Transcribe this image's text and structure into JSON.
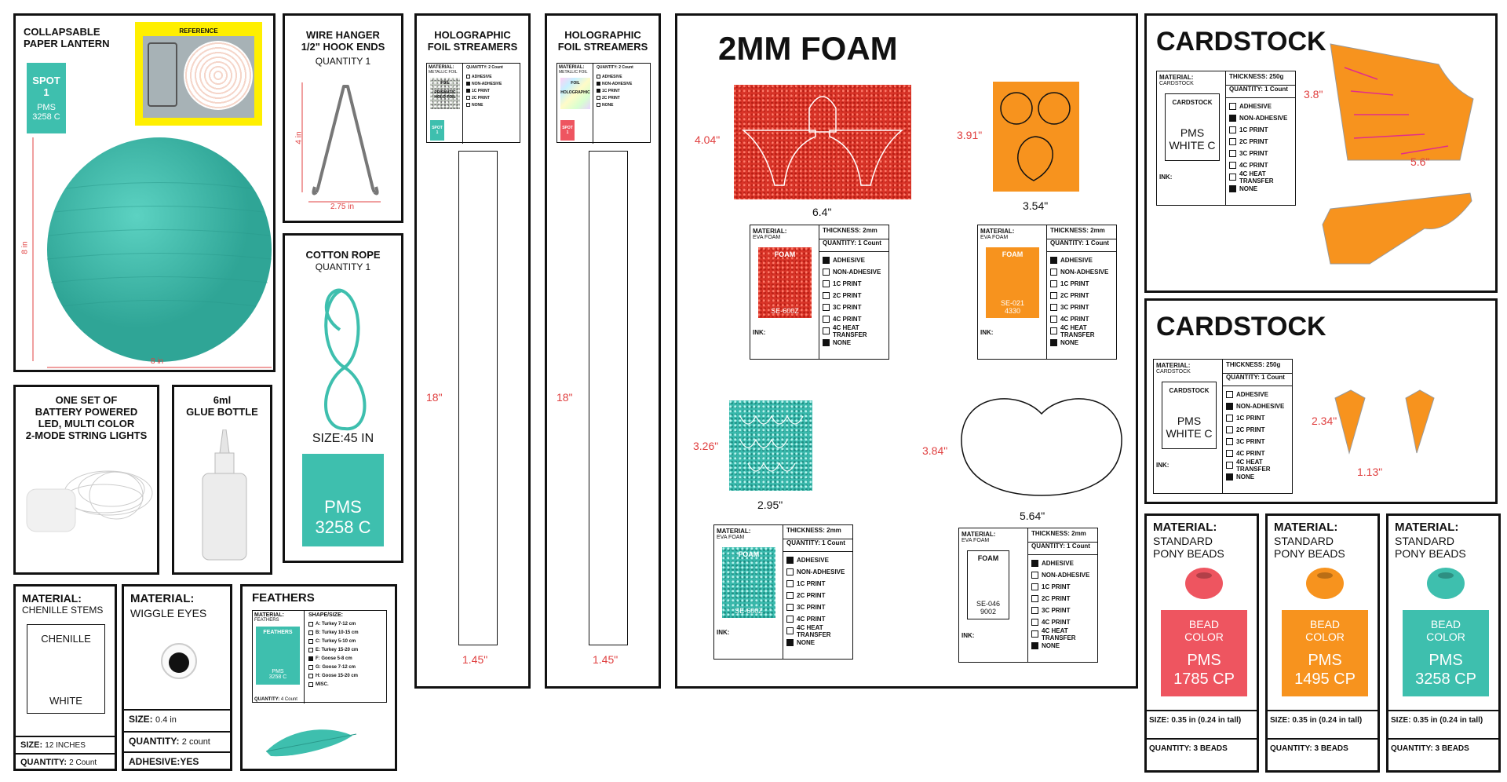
{
  "lantern": {
    "title": "COLLAPSABLE\nPAPER LANTERN",
    "reference": "REFERENCE",
    "spot": "SPOT\n1",
    "pms": "PMS\n3258 C",
    "dim_v": "8 in",
    "dim_h": "8 in",
    "color": "#3ebfae"
  },
  "hanger": {
    "title": "WIRE HANGER\n1/2\" HOOK ENDS",
    "qty": "QUANTITY 1",
    "dim_v": "4 in",
    "dim_h": "2.75 in"
  },
  "rope": {
    "title": "COTTON ROPE",
    "qty": "QUANTITY 1",
    "size": "SIZE:45 IN",
    "pms": "PMS\n3258 C"
  },
  "lights": {
    "title": "ONE SET OF\nBATTERY POWERED\nLED, MULTI COLOR\n2-MODE STRING LIGHTS"
  },
  "glue": {
    "title": "6ml\nGLUE BOTTLE"
  },
  "chenille": {
    "material": "MATERIAL:",
    "name": "CHENILLE STEMS",
    "sw_top": "CHENILLE",
    "sw_bot": "WHITE",
    "size_k": "SIZE:",
    "size_v": "12 INCHES",
    "qty_k": "QUANTITY:",
    "qty_v": "2 Count"
  },
  "eyes": {
    "material": "MATERIAL:",
    "name": "WIGGLE EYES",
    "size_k": "SIZE:",
    "size_v": "0.4 in",
    "qty_k": "QUANTITY:",
    "qty_v": "2 count",
    "adh": "ADHESIVE:YES"
  },
  "feathers": {
    "title": "FEATHERS",
    "mat_k": "MATERIAL:",
    "mat_v": "FEATHERS",
    "sw_top": "FEATHERS",
    "sw_pms": "PMS\n3258 C",
    "qty_k": "QUANTITY:",
    "qty_v": "4 Count",
    "shape_k": "SHAPE/SIZE:",
    "shapes": [
      "A: Turkey 7-12 cm",
      "B: Turkey 10-15 cm",
      "C: Turkey 5-10 cm",
      "E: Turkey 15-20 cm",
      "F: Goose 5-8 cm",
      "G: Goose 7-12 cm",
      "H: Goose 15-20 cm",
      "MISC."
    ]
  },
  "streamer1": {
    "title": "HOLOGRAPHIC\nFOIL STREAMERS",
    "mat_k": "MATERIAL:",
    "mat_v": "METALLIC FOIL",
    "qty": "QUANTITY: 2 Count",
    "sw": "FOIL\n\nPRISMATIC\nHOLO FOIL",
    "opts": [
      "ADHESIVE",
      "NON-ADHESIVE",
      "1C PRINT",
      "2C PRINT",
      "NONE"
    ],
    "spot": "SPOT\n1",
    "dim_v": "18\"",
    "dim_h": "1.45\""
  },
  "streamer2": {
    "title": "HOLOGRAPHIC\nFOIL STREAMERS",
    "mat_k": "MATERIAL:",
    "mat_v": "METALLIC FOIL",
    "qty": "QUANTITY: 2 Count",
    "sw": "FOIL\n\nHOLOGRAPHIC",
    "opts": [
      "ADHESIVE",
      "NON-ADHESIVE",
      "1C PRINT",
      "2C PRINT",
      "NONE"
    ],
    "spot": "SPOT\n1",
    "dim_v": "18\"",
    "dim_h": "1.45\""
  },
  "foam": {
    "title": "2MM FOAM",
    "p1": {
      "w": "6.4\"",
      "h": "4.04\""
    },
    "p2": {
      "w": "3.54\"",
      "h": "3.91\""
    },
    "p3": {
      "w": "2.95\"",
      "h": "3.26\""
    },
    "p4": {
      "w": "5.64\"",
      "h": "3.84\""
    },
    "cards": [
      {
        "code": "SE-600Z"
      },
      {
        "code": "SE-021\n4330"
      },
      {
        "code": "SE-600Z"
      },
      {
        "code": "SE-046\n9002"
      }
    ],
    "mat_k": "MATERIAL:",
    "mat_v": "EVA FOAM",
    "thick": "THICKNESS: 2mm",
    "qty": "QUANTITY: 1 Count",
    "sw": "FOAM",
    "ink": "INK:",
    "opts": [
      "ADHESIVE",
      "NON-ADHESIVE",
      "1C PRINT",
      "2C PRINT",
      "3C PRINT",
      "4C PRINT",
      "4C HEAT TRANSFER",
      "NONE"
    ]
  },
  "card1": {
    "title": "CARDSTOCK",
    "mat_k": "MATERIAL:",
    "mat_v": "CARDSTOCK",
    "thick": "THICKNESS: 250g",
    "qty": "QUANTITY: 1 Count",
    "sw_top": "CARDSTOCK",
    "sw_pms": "PMS\nWHITE C",
    "ink": "INK:",
    "dim1": "3.8\"",
    "dim2": "5.6\""
  },
  "card2": {
    "title": "CARDSTOCK",
    "mat_k": "MATERIAL:",
    "mat_v": "CARDSTOCK",
    "thick": "THICKNESS: 250g",
    "qty": "QUANTITY: 1 Count",
    "sw_top": "CARDSTOCK",
    "sw_pms": "PMS\nWHITE C",
    "ink": "INK:",
    "dim1": "2.34\"",
    "dim2": "1.13\""
  },
  "card_opts": [
    "ADHESIVE",
    "NON-ADHESIVE",
    "1C PRINT",
    "2C PRINT",
    "3C PRINT",
    "4C PRINT",
    "4C HEAT TRANSFER",
    "NONE"
  ],
  "beads": [
    {
      "material": "MATERIAL:",
      "name": "STANDARD\nPONY BEADS",
      "label": "BEAD\nCOLOR",
      "pms": "PMS\n1785 CP",
      "color": "#ee5560",
      "size": "SIZE: 0.35 in (0.24 in tall)",
      "qty": "QUANTITY: 3 BEADS"
    },
    {
      "material": "MATERIAL:",
      "name": "STANDARD\nPONY BEADS",
      "label": "BEAD\nCOLOR",
      "pms": "PMS\n1495 CP",
      "color": "#f7931e",
      "size": "SIZE: 0.35 in (0.24 in tall)",
      "qty": "QUANTITY: 3 BEADS"
    },
    {
      "material": "MATERIAL:",
      "name": "STANDARD\nPONY BEADS",
      "label": "BEAD\nCOLOR",
      "pms": "PMS\n3258 CP",
      "color": "#3ebfae",
      "size": "SIZE: 0.35 in (0.24 in tall)",
      "qty": "QUANTITY: 3 BEADS"
    }
  ],
  "colors": {
    "teal": "#3ebfae",
    "orange": "#f7931e",
    "red": "#d93428",
    "dim": "#e04040"
  }
}
